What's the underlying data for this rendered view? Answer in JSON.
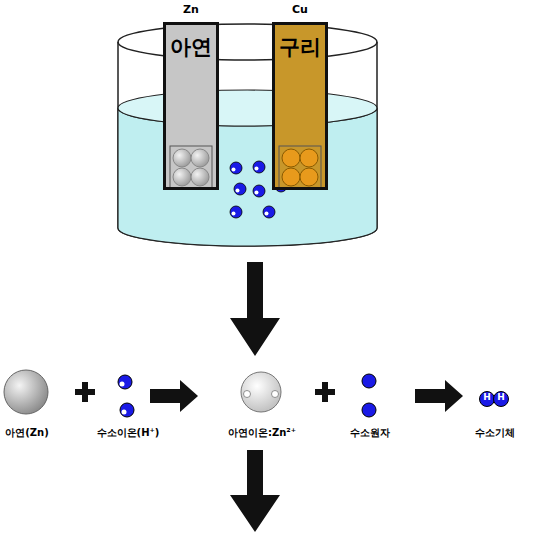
{
  "diagram": {
    "nodes": [
      {
        "text": [
          "Zn",
          "아연"
        ]
      },
      {
        "text": [
          "Cu",
          "구리"
        ]
      }
    ],
    "labels": [
      "아연(Zn)",
      "수소이온(H⁺)",
      "아연이온:Zn²⁺",
      "수소원자",
      "수소기체",
      "H",
      "H"
    ]
  }
}
